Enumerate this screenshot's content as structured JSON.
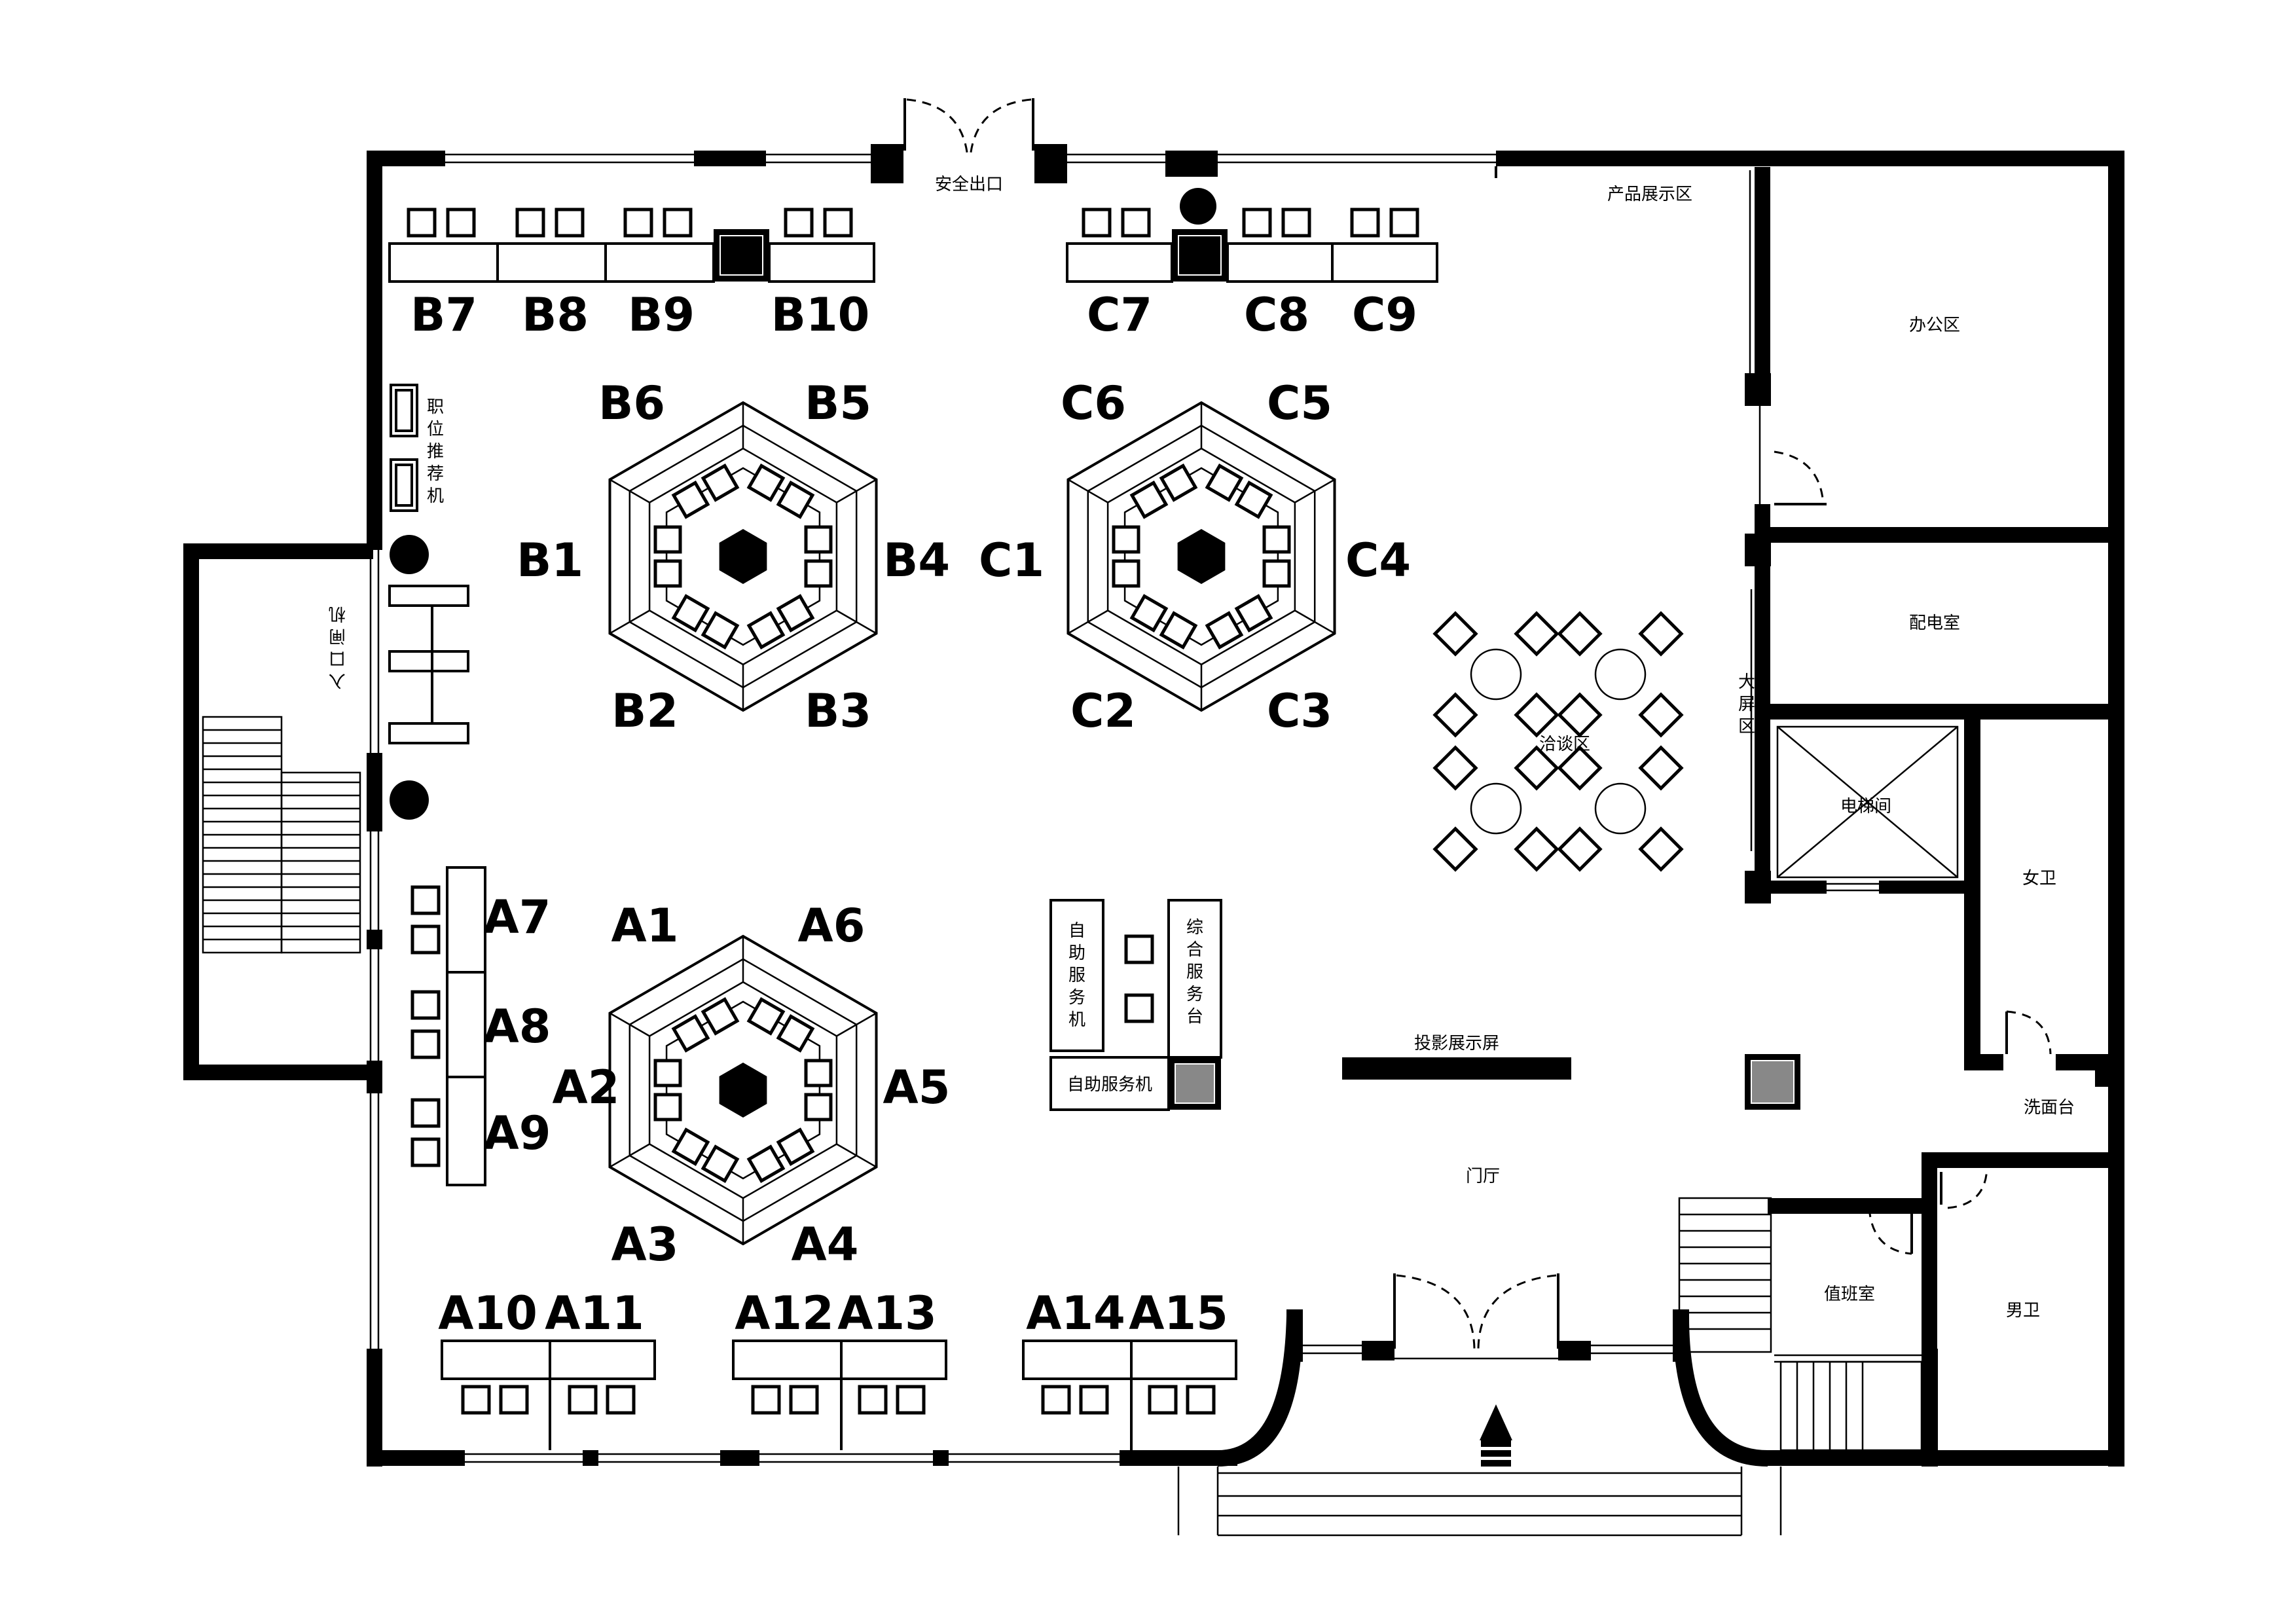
{
  "rooms": {
    "safety_exit": "安全出口",
    "product_area": "产品展示区",
    "office": "办公区",
    "power_room": "配电室",
    "big_screen": "大屏区",
    "elevator": "电梯间",
    "female_wc": "女卫",
    "wash_basin": "洗面台",
    "male_wc": "男卫",
    "duty_room": "值班室",
    "hall": "门厅",
    "projection_screen": "投影展示屏",
    "negotiation": "洽谈区",
    "self_service_1": "自助服务机",
    "self_service_2": "自助服务机",
    "service_desk": "综合服务台",
    "job_kiosk": "职位推荐机",
    "entrance_gate": "入口闸机"
  },
  "hex_labels": {
    "B": [
      "B1",
      "B2",
      "B3",
      "B4",
      "B5",
      "B6"
    ],
    "C": [
      "C1",
      "C2",
      "C3",
      "C4",
      "C5",
      "C6"
    ],
    "A": [
      "A1",
      "A2",
      "A3",
      "A4",
      "A5",
      "A6"
    ]
  },
  "desk_labels": {
    "top_b": [
      "B7",
      "B8",
      "B9",
      "B10"
    ],
    "top_c": [
      "C7",
      "C8",
      "C9"
    ],
    "left_a": [
      "A7",
      "A8",
      "A9"
    ],
    "bottom_a": [
      "A10",
      "A11",
      "A12",
      "A13",
      "A14",
      "A15"
    ]
  }
}
